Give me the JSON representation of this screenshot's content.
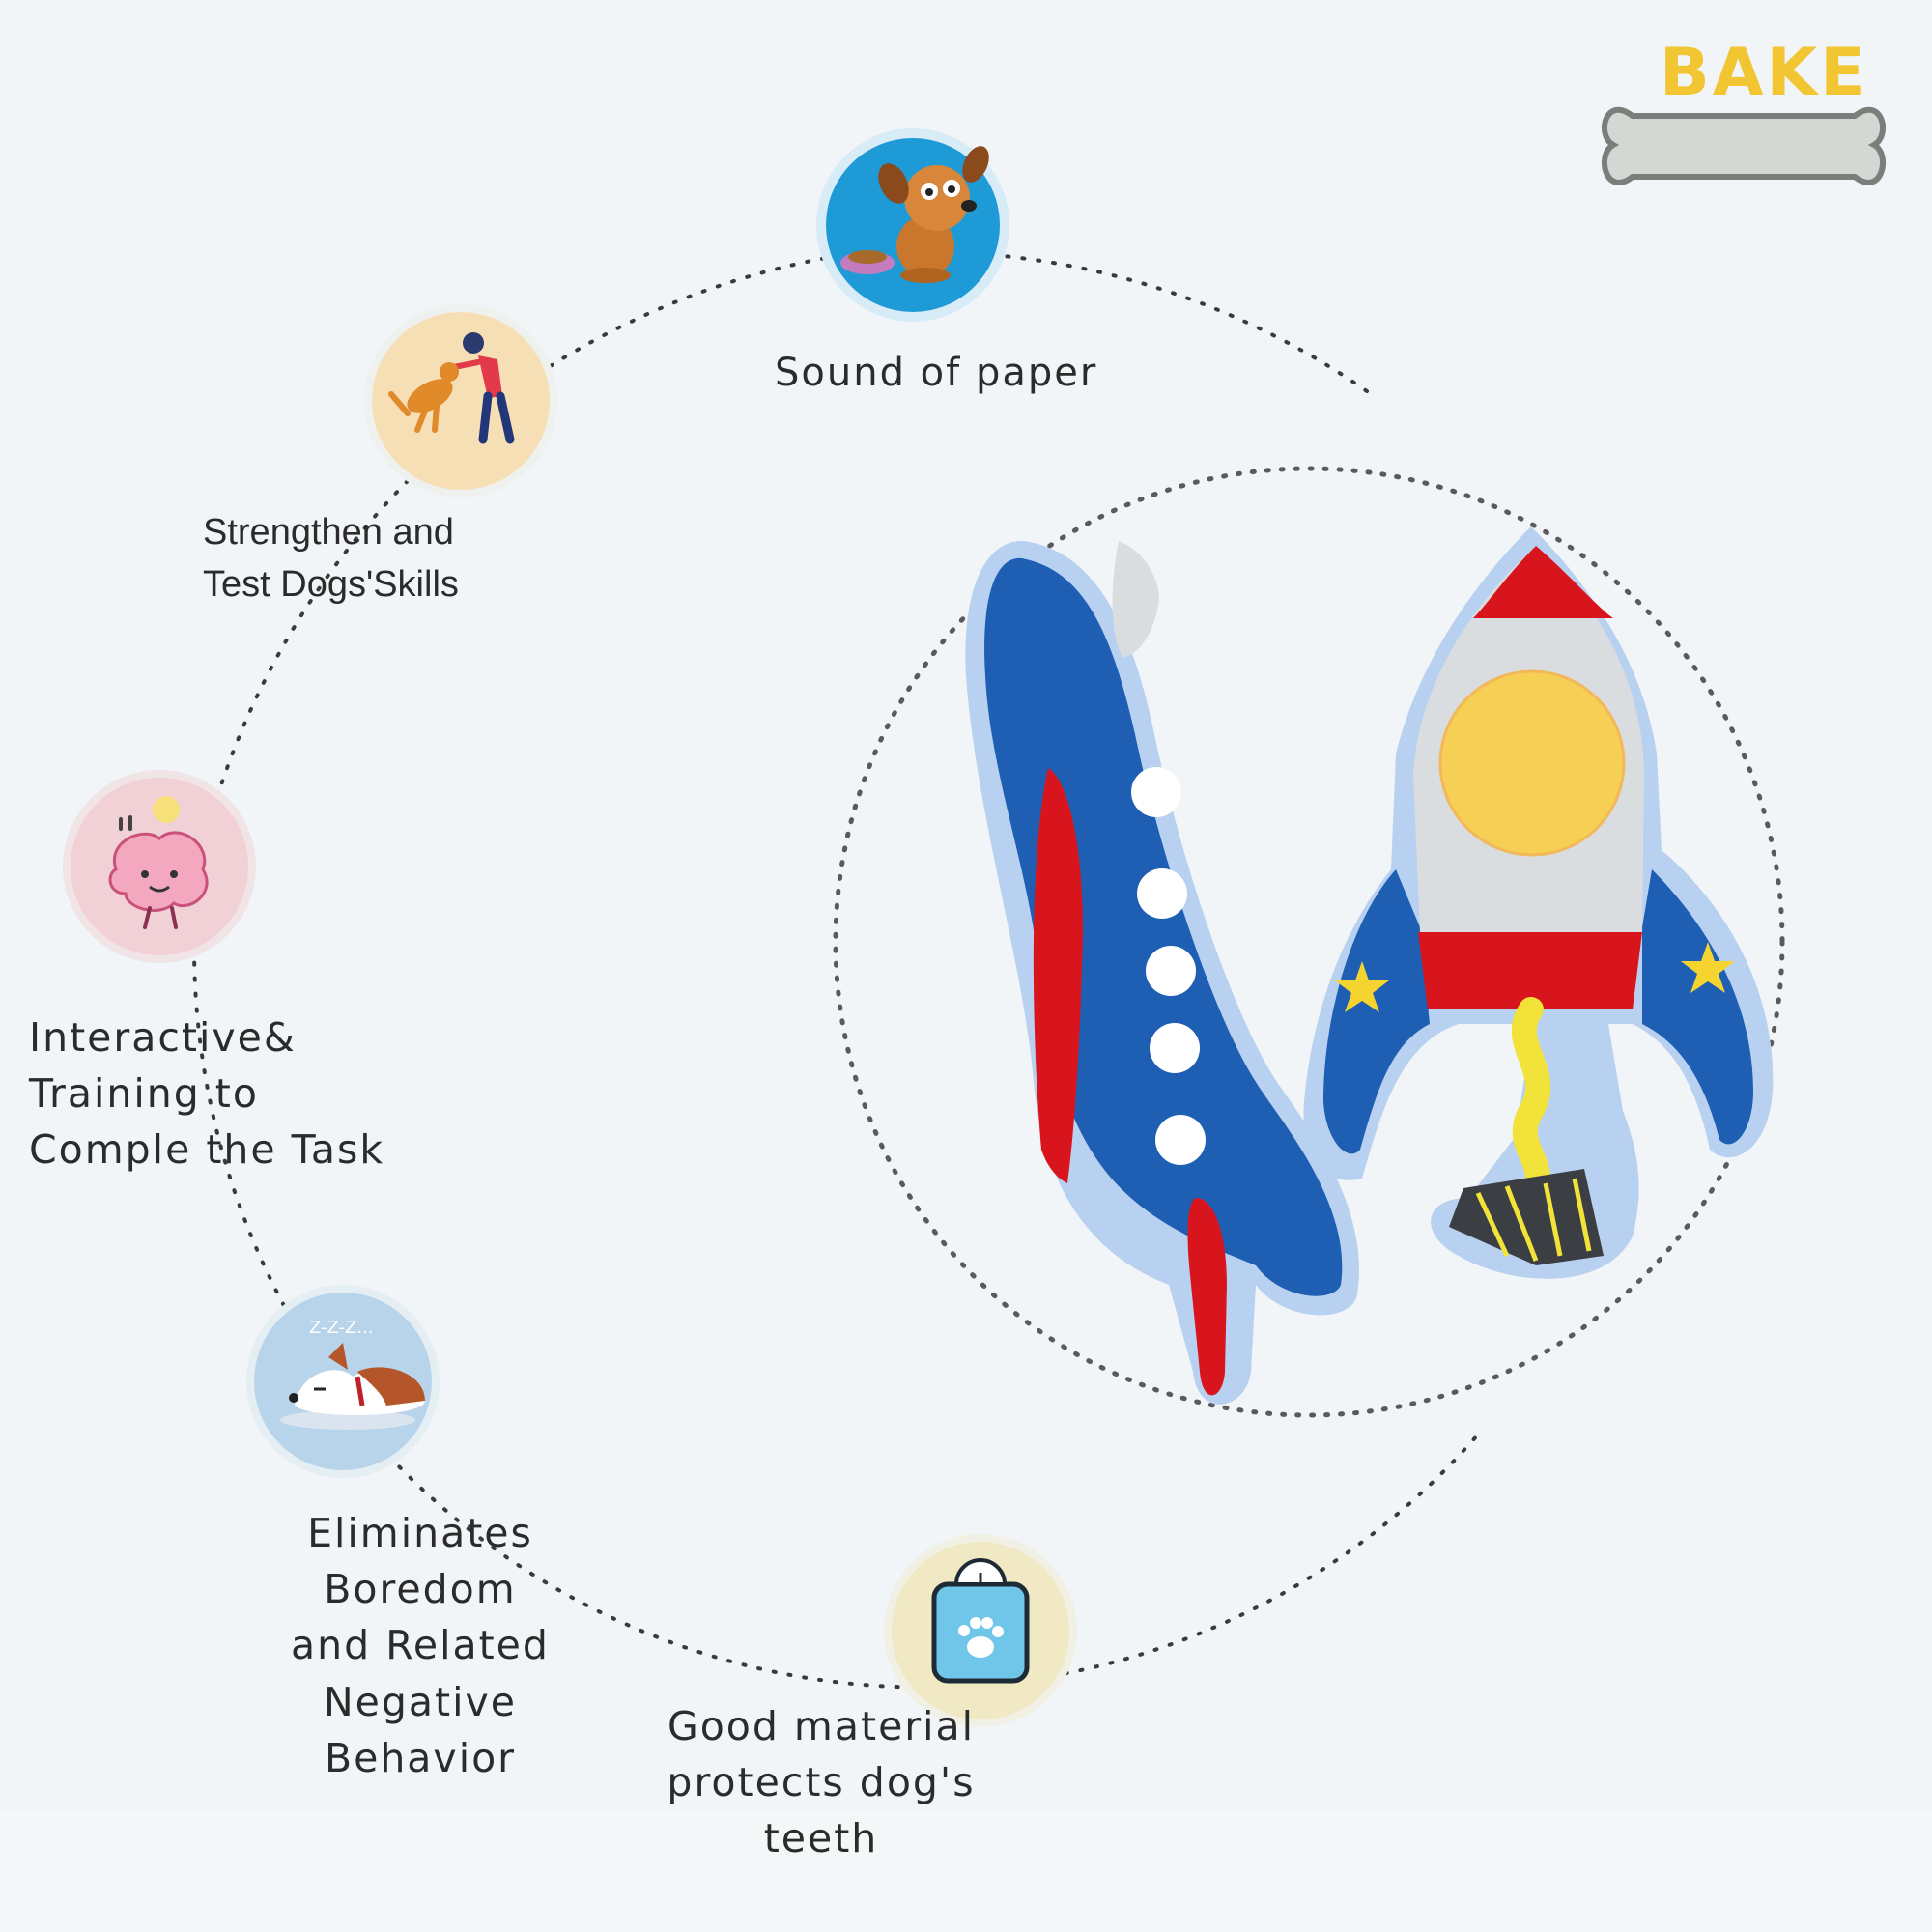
{
  "brand": {
    "name": "BAKE",
    "logo_icon": "bone-icon",
    "color": "#f2c533"
  },
  "features": [
    {
      "label": "Sound of paper",
      "icon": "dog-with-bowl-icon",
      "ring_color": "#1e9ad6"
    },
    {
      "label": "Strengthen and\nTest Dogs'Skills",
      "icon": "person-playing-with-dog-icon",
      "ring_color": "#f7dfb5"
    },
    {
      "label": "Interactive&\nTraining to\nComple the Task",
      "icon": "brain-idea-icon",
      "ring_color": "#f1d0d6"
    },
    {
      "label": "Eliminates Boredom\nand Related Negative\nBehavior",
      "icon": "sleeping-dog-icon",
      "ring_color": "#b7d4ea"
    },
    {
      "label": "Good material\nprotects dog's teeth",
      "icon": "scale-paw-icon",
      "ring_color": "#f0e9c4"
    }
  ],
  "product": {
    "items": [
      "airplane-plush-toy",
      "rocket-plush-toy"
    ],
    "colors": {
      "blue": "#1f5fb3",
      "red": "#d8151c",
      "gray": "#d9dde0",
      "yellow": "#f6d054",
      "outline": "#b9d1f0"
    }
  },
  "background_color": "#f1f5f7"
}
